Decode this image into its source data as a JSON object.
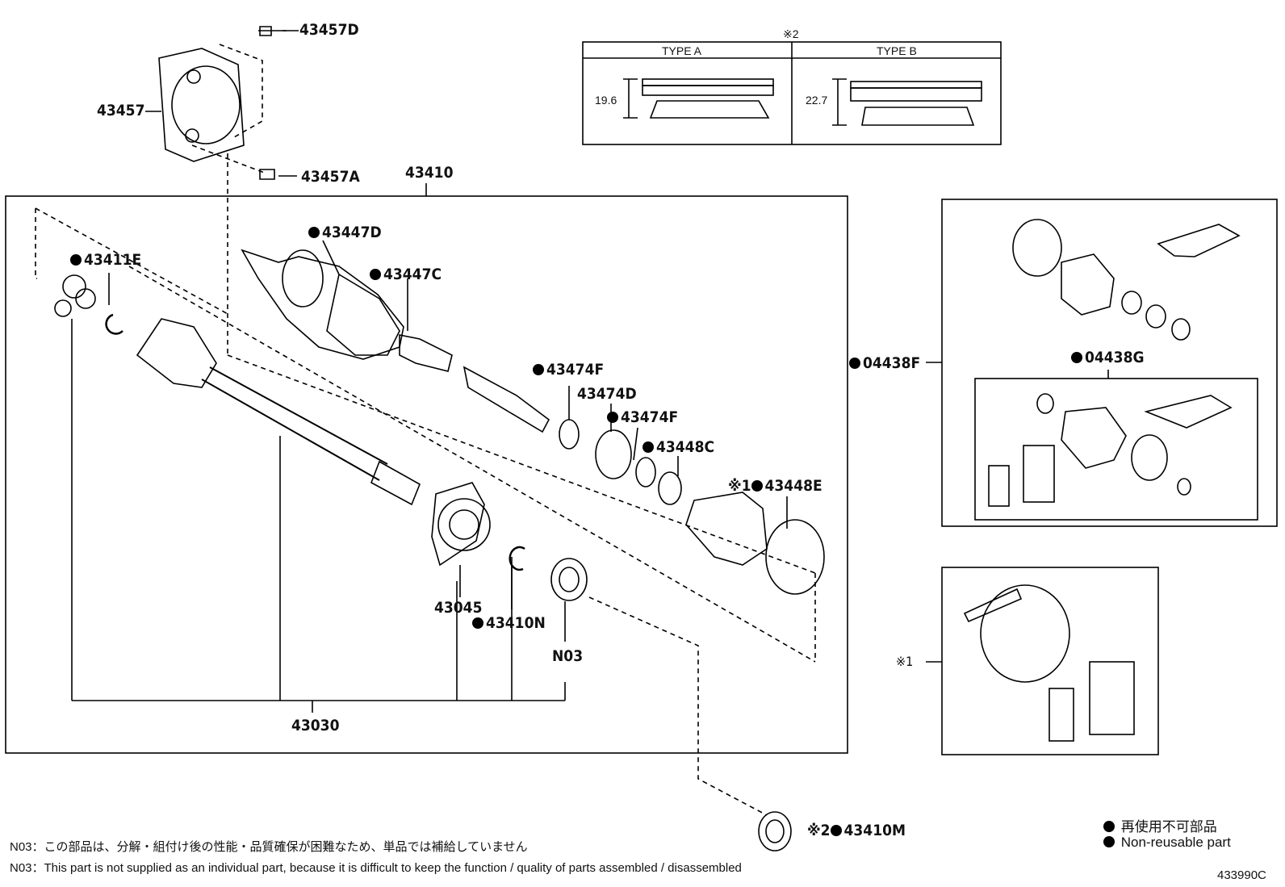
{
  "labels": {
    "p43457D": "43457D",
    "p43457": "43457",
    "p43457A": "43457A",
    "p43410": "43410",
    "p43447D": "43447D",
    "p43447C": "43447C",
    "p43411E": "43411E",
    "p43474F_a": "43474F",
    "p43474D": "43474D",
    "p43474F_b": "43474F",
    "p43448C": "43448C",
    "p43448E": "43448E",
    "p43448E_mark": "※1",
    "p43045": "43045",
    "p43410N": "43410N",
    "pN03": "N03",
    "p43030": "43030",
    "p04438F": "04438F",
    "p04438G": "04438G",
    "mark1": "※1",
    "p43410M": "43410M",
    "p43410M_mark": "※2"
  },
  "type_table": {
    "mark": "※2",
    "type_a": "TYPE A",
    "type_b": "TYPE B",
    "dim_a": "19.6",
    "dim_b": "22.7"
  },
  "notes": {
    "jp": "N03：この部品は、分解・組付け後の性能・品質確保が困難なため、単品では補給していません",
    "en": "N03：This part is not supplied as an individual part, because it is difficult to keep the function / quality of parts  assembled / disassembled"
  },
  "legend": {
    "jp": "再使用不可部品",
    "en": "Non-reusable part"
  },
  "diagram_id": "433990C"
}
